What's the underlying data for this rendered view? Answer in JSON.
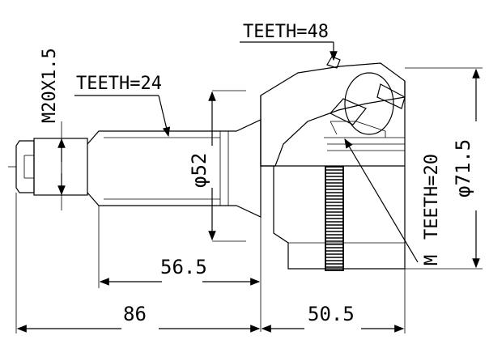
{
  "labels": {
    "teeth_outer": "TEETH=48",
    "teeth_spline": "TEETH=24",
    "teeth_inner": "TEETH=20",
    "thread": "M20X1.5",
    "diameter_shaft": "φ52",
    "diameter_housing": "φ71.5",
    "dim_shaft_length": "56.5",
    "dim_total_left": "86",
    "dim_right": "50.5",
    "marker_m": "M"
  }
}
